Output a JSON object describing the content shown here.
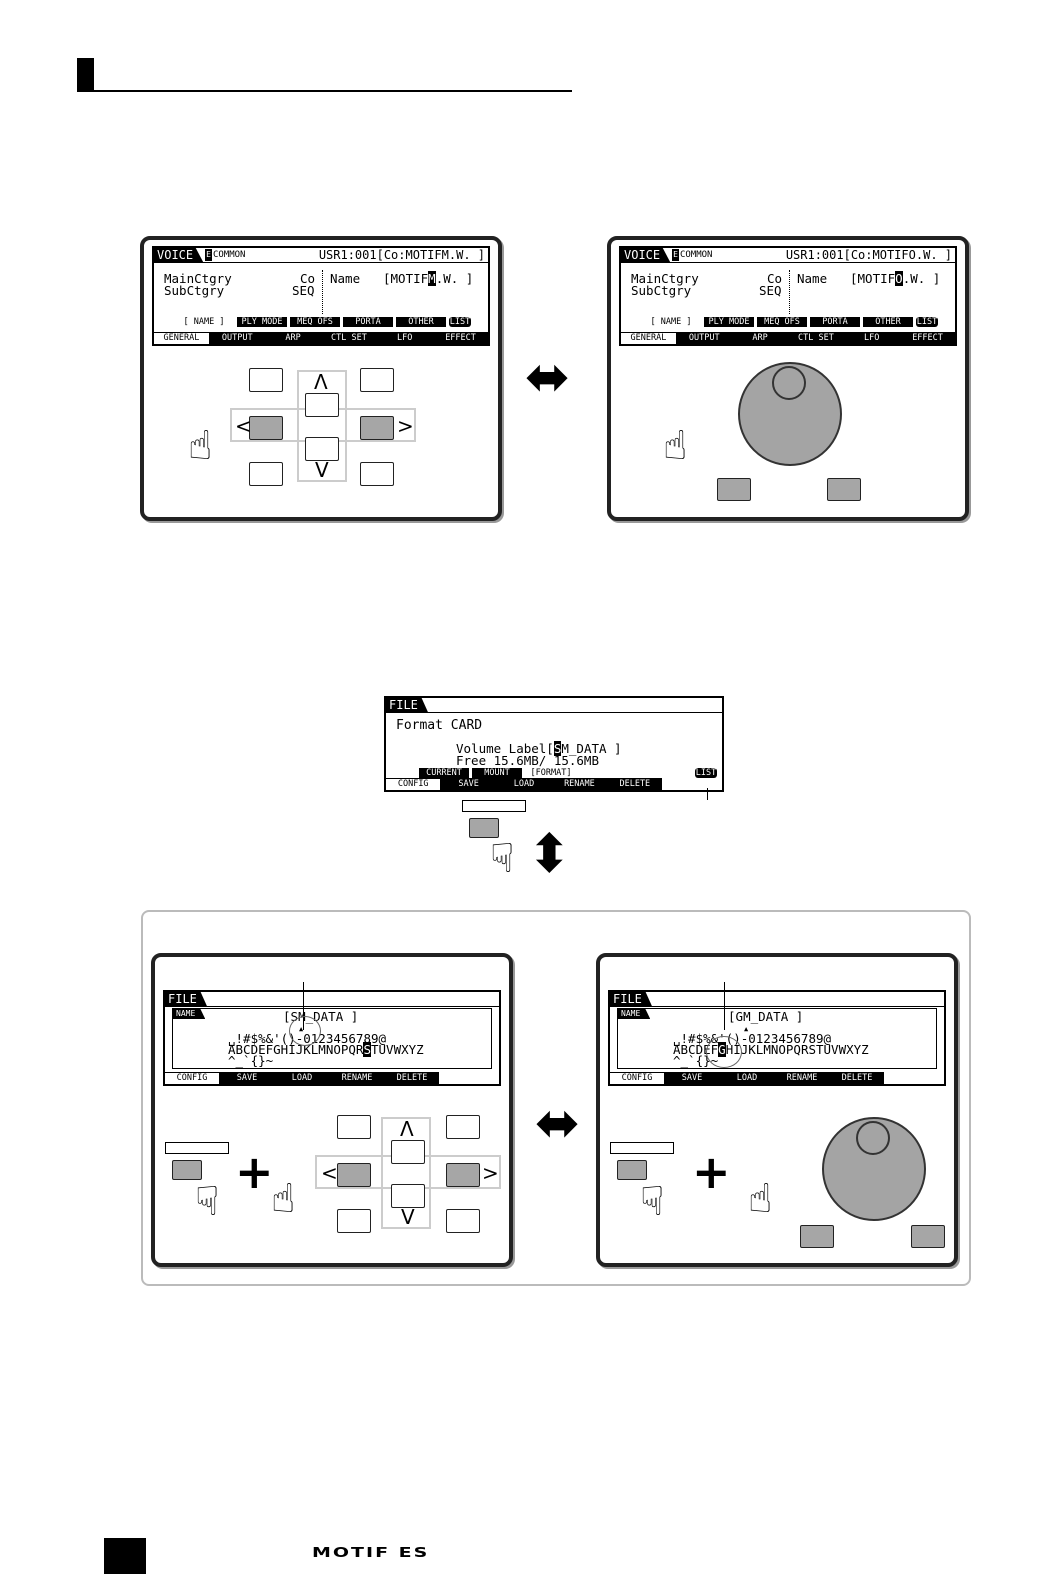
{
  "voice_screen": {
    "mode": "VOICE",
    "sub_mode": "COMMON",
    "e_label": "E",
    "header_left": "USR1:001[Co:MOTIF",
    "header_right_a": "M.W. ]",
    "header_right_b": "O.W. ]",
    "main_label": "MainCtgry",
    "main_value": "Co",
    "sub_label": "SubCtgry",
    "sub_value": "SEQ",
    "name_label": "Name",
    "name_prefix": "[MOTIF",
    "cursor_a": "M",
    "cursor_b": "O",
    "name_suffix": ".W. ]",
    "function_tabs": [
      "[ NAME ]",
      "PLY MODE",
      "MEQ OFS",
      "PORTA",
      "OTHER",
      "LIST"
    ],
    "bottom_tabs": [
      "GENERAL",
      "OUTPUT",
      "ARP",
      "CTL SET",
      "LFO",
      "EFFECT"
    ]
  },
  "file_screen": {
    "mode": "FILE",
    "format_line": "Format CARD",
    "volume_prefix": "Volume Label[",
    "volume_cursor": "S",
    "volume_suffix": "M_DATA     ]",
    "free_line": "Free  15.6MB/ 15.6MB",
    "function_tabs": [
      "CURRENT",
      "MOUNT",
      "[FORMAT]"
    ],
    "list_badge": "LIST",
    "bottom_tabs": [
      "CONFIG",
      "SAVE",
      "LOAD",
      "RENAME",
      "DELETE"
    ]
  },
  "name_screen_left": {
    "mode": "FILE",
    "tag": "NAME",
    "label_prefix": "[",
    "label_cursor": "S",
    "label_suffix": "M_DATA     ]",
    "char_row1": "␣!#$%&'()-0123456789@",
    "char_row2_a": "ABCDEFGHIJKLMNOPQR",
    "char_row2_sel": "S",
    "char_row2_b": "TUVWXYZ",
    "char_row3": "^_`{}~",
    "bottom_tabs": [
      "CONFIG",
      "SAVE",
      "LOAD",
      "RENAME",
      "DELETE"
    ]
  },
  "name_screen_right": {
    "mode": "FILE",
    "tag": "NAME",
    "label_prefix": "[",
    "label_cursor": "G",
    "label_suffix": "M_DATA     ]",
    "char_row1": "␣!#$%&'()-0123456789@",
    "char_row2_a": "ABCDEF",
    "char_row2_sel": "G",
    "char_row2_b": "HIJKLMNOPQRSTUVWXYZ",
    "char_row3": "^_`{}~",
    "bottom_tabs": [
      "CONFIG",
      "SAVE",
      "LOAD",
      "RENAME",
      "DELETE"
    ]
  },
  "arrows": {
    "up": "Λ",
    "down": "V",
    "left": "<",
    "right": ">"
  },
  "footer": {
    "brand": "MOTIF ES"
  }
}
